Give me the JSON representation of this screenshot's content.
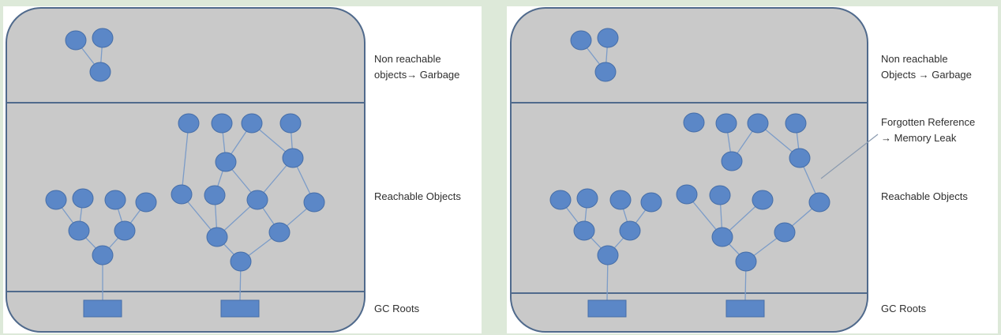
{
  "colors": {
    "background": "#dde9d9",
    "panel": "#ffffff",
    "container": "#c9c9c9",
    "container_border": "#506a8c",
    "node_fill": "#5b87c7",
    "node_stroke": "#466ea8",
    "edge": "#7c9cc8",
    "annotation_arrow": "#8b9bb0"
  },
  "left_panel": {
    "labels": {
      "garbage": [
        "Non reachable",
        "objects→ Garbage"
      ],
      "reachable": "Reachable Objects",
      "roots": "GC Roots"
    }
  },
  "right_panel": {
    "labels": {
      "garbage": [
        "Non reachable",
        "Objects → Garbage"
      ],
      "leak": [
        "Forgotten Reference",
        "→ Memory Leak"
      ],
      "reachable": "Reachable Objects",
      "roots": "GC Roots"
    }
  }
}
